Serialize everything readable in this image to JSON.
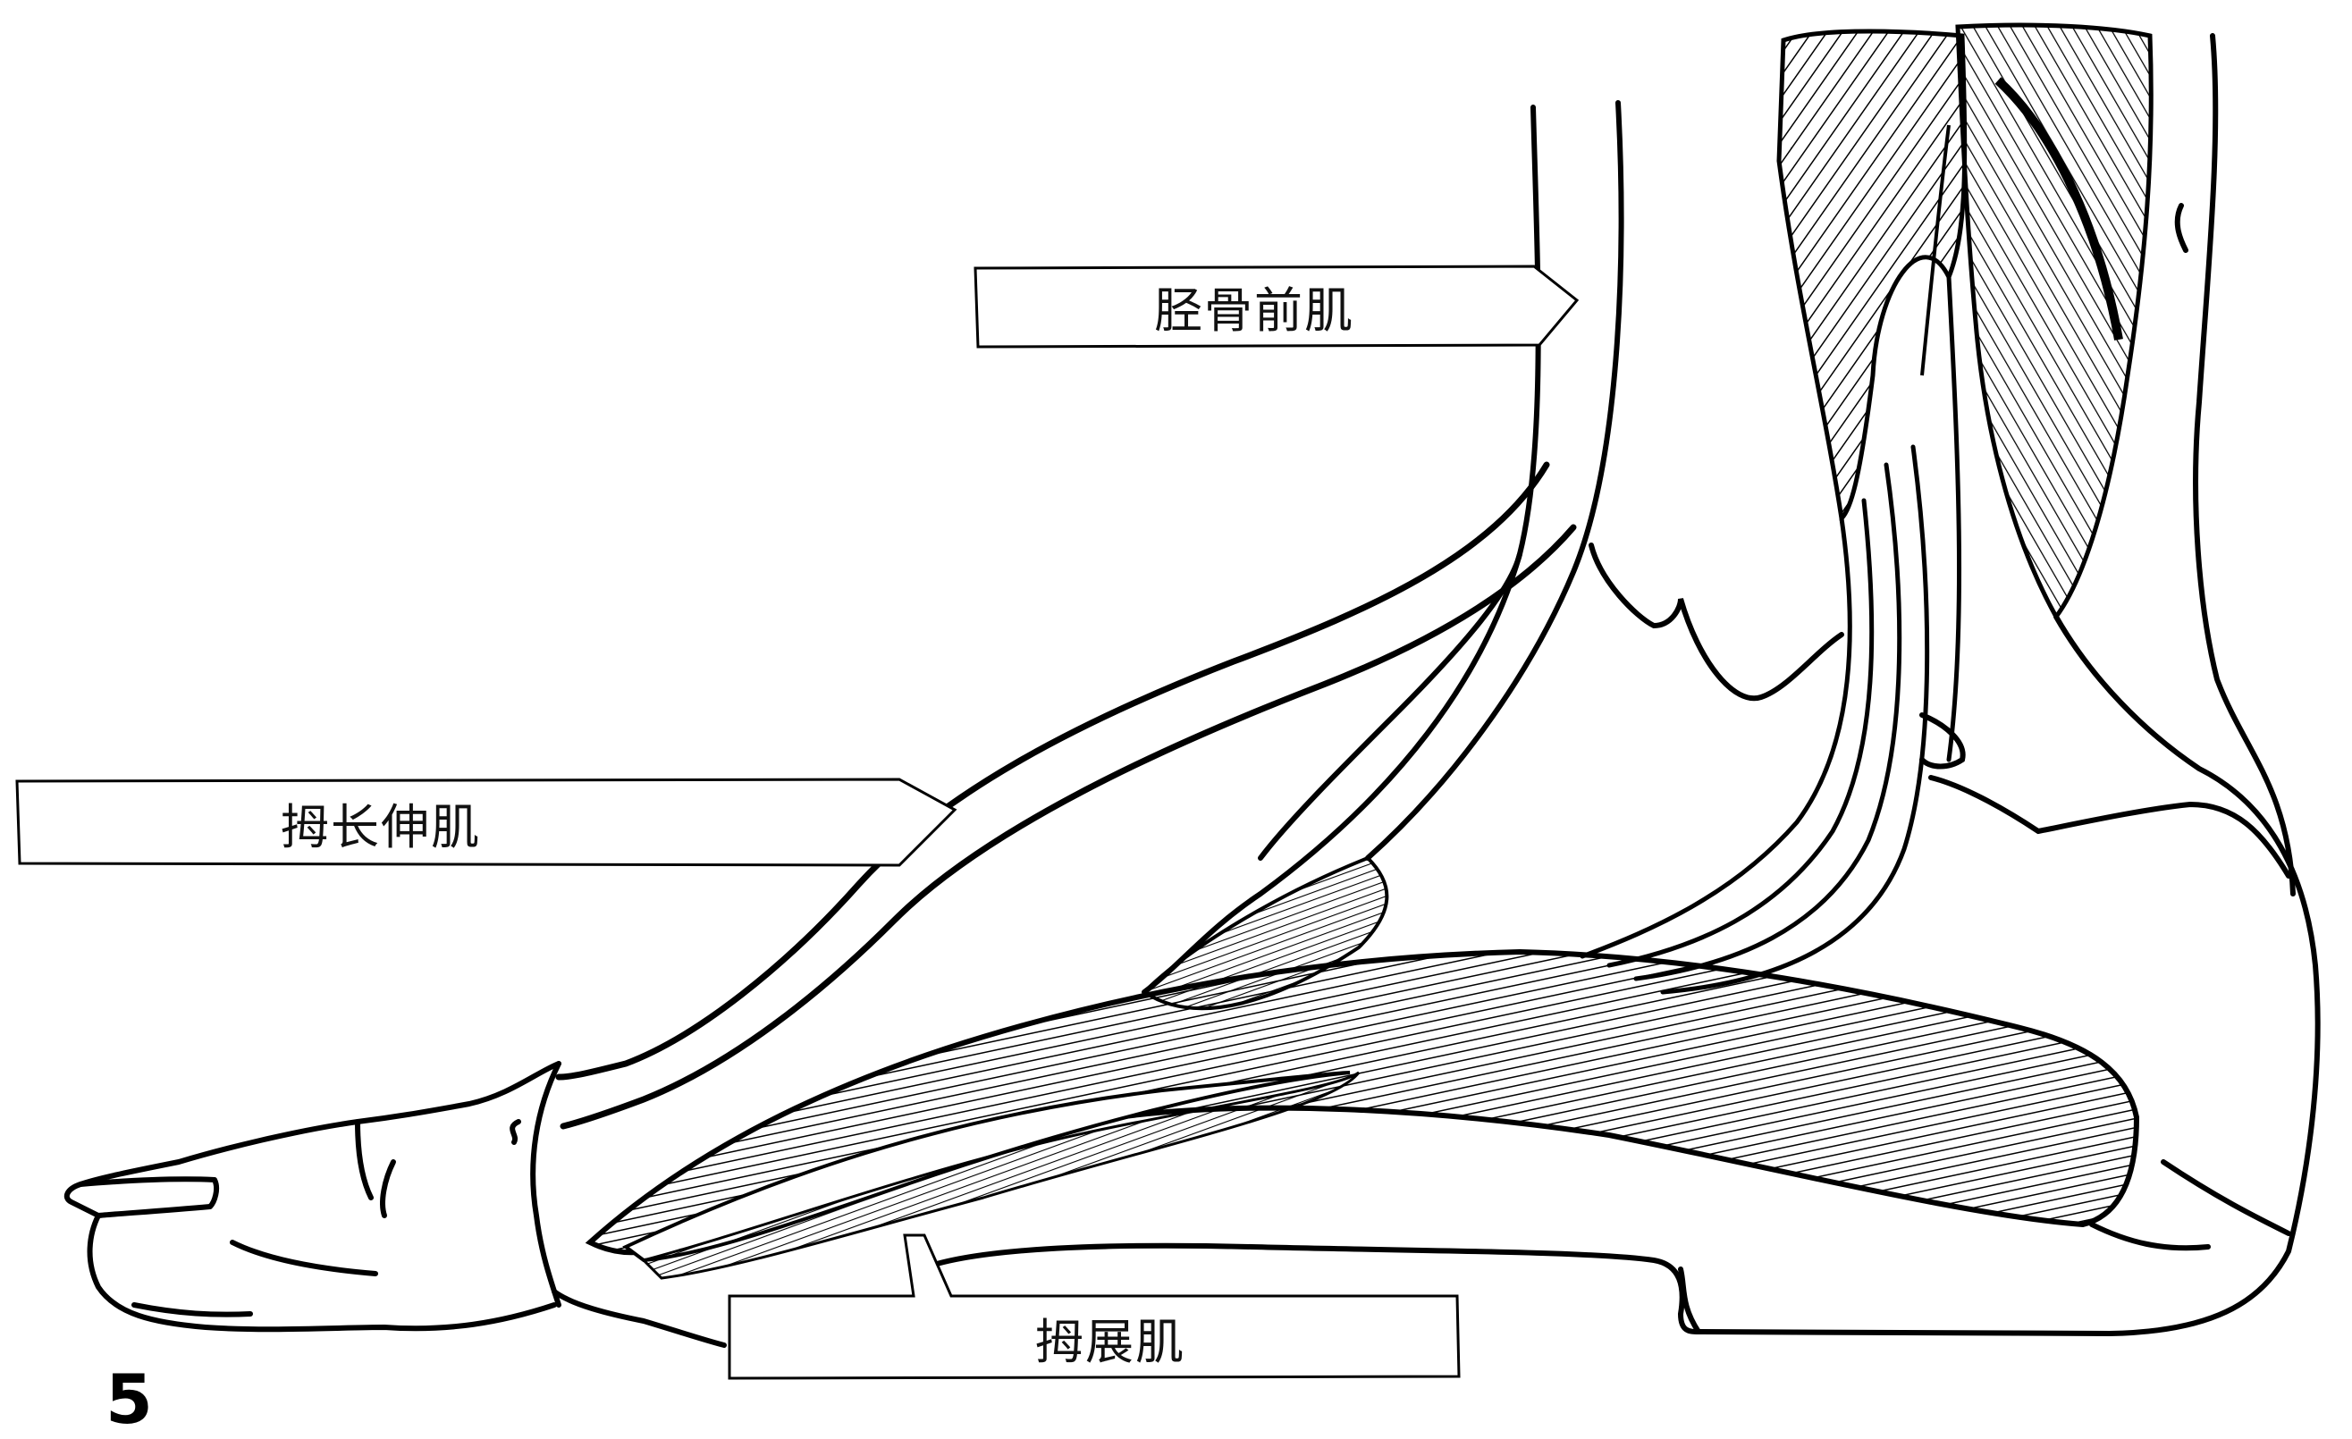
{
  "figure": {
    "number": "5",
    "labels": {
      "tibialis_anterior": "胫骨前肌",
      "extensor_hallucis_longus": "拇长伸肌",
      "abductor_hallucis": "拇展肌"
    }
  }
}
